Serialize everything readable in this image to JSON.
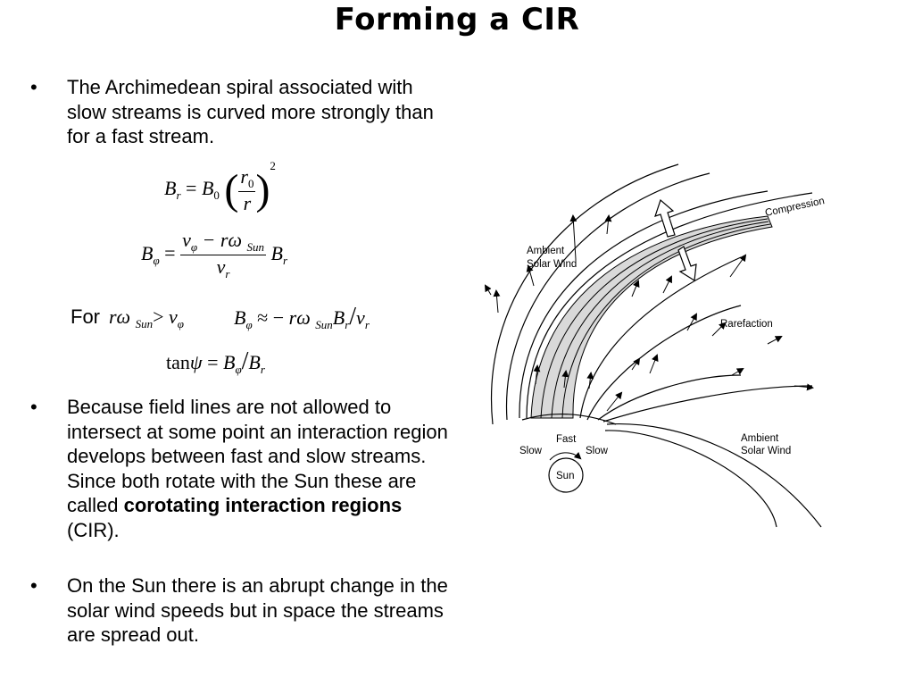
{
  "title": "Forming a CIR",
  "bullets": [
    {
      "text": "The Archimedean spiral associated with slow streams is curved more strongly than for a fast stream."
    },
    {
      "text_before": "Because field lines are not allowed to intersect at some point an interaction region develops between fast and slow streams. Since both rotate with the Sun these are called ",
      "bold": "corotating interaction regions",
      "text_after": " (CIR)."
    },
    {
      "text": "On the Sun there is an abrupt change in the solar wind speeds but in space the streams are spread out."
    }
  ],
  "bullet_symbol": "•",
  "equations": {
    "for_label": "For"
  },
  "diagram": {
    "labels": {
      "compression": "Compression",
      "rarefaction": "Rarefaction",
      "ambient_top_1": "Ambient",
      "ambient_top_2": "Solar Wind",
      "ambient_bottom_1": "Ambient",
      "ambient_bottom_2": "Solar Wind",
      "slow_left": "Slow",
      "fast": "Fast",
      "slow_right": "Slow",
      "sun": "Sun"
    },
    "colors": {
      "compression_fill": "#d9d9d9",
      "stroke": "#000000"
    }
  }
}
